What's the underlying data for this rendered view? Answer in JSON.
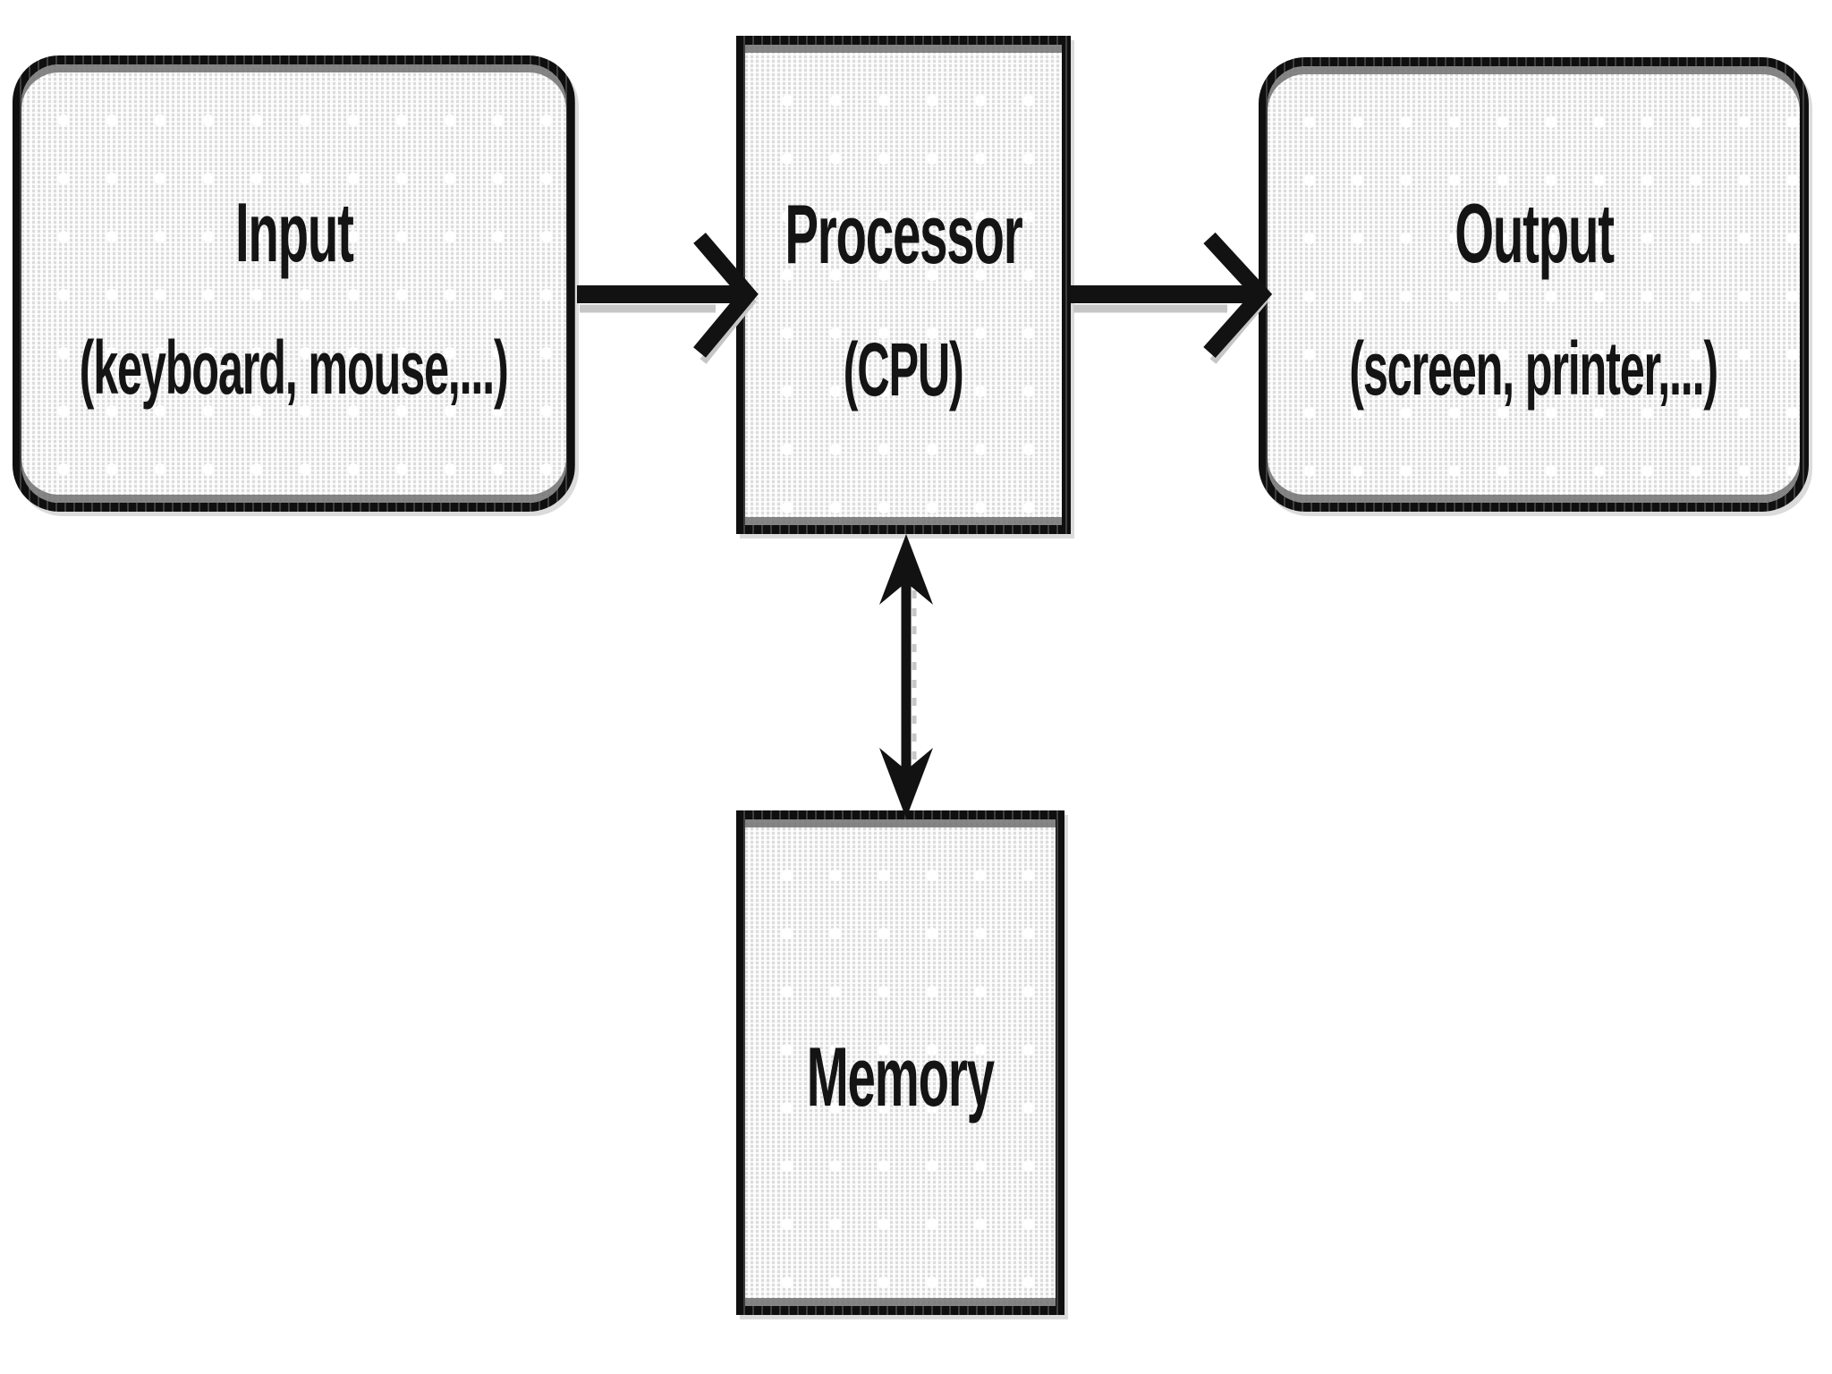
{
  "diagram": {
    "nodes": {
      "input": {
        "label": "Input",
        "sublabel": "(keyboard, mouse,...)"
      },
      "processor": {
        "label": "Processor",
        "sublabel": "(CPU)"
      },
      "output": {
        "label": "Output",
        "sublabel": "(screen, printer,...)"
      },
      "memory": {
        "label": "Memory"
      }
    },
    "connectors": [
      {
        "from": "input",
        "to": "processor",
        "type": "arrow-right"
      },
      {
        "from": "processor",
        "to": "output",
        "type": "arrow-right"
      },
      {
        "from": "processor",
        "to": "memory",
        "type": "arrow-bidirectional"
      }
    ],
    "colors": {
      "border": "#141414",
      "fill": "#e9e9e9",
      "dot": "#ffffff",
      "text": "#141414",
      "shadow": "#c6c6c6",
      "background": "#ffffff"
    }
  }
}
